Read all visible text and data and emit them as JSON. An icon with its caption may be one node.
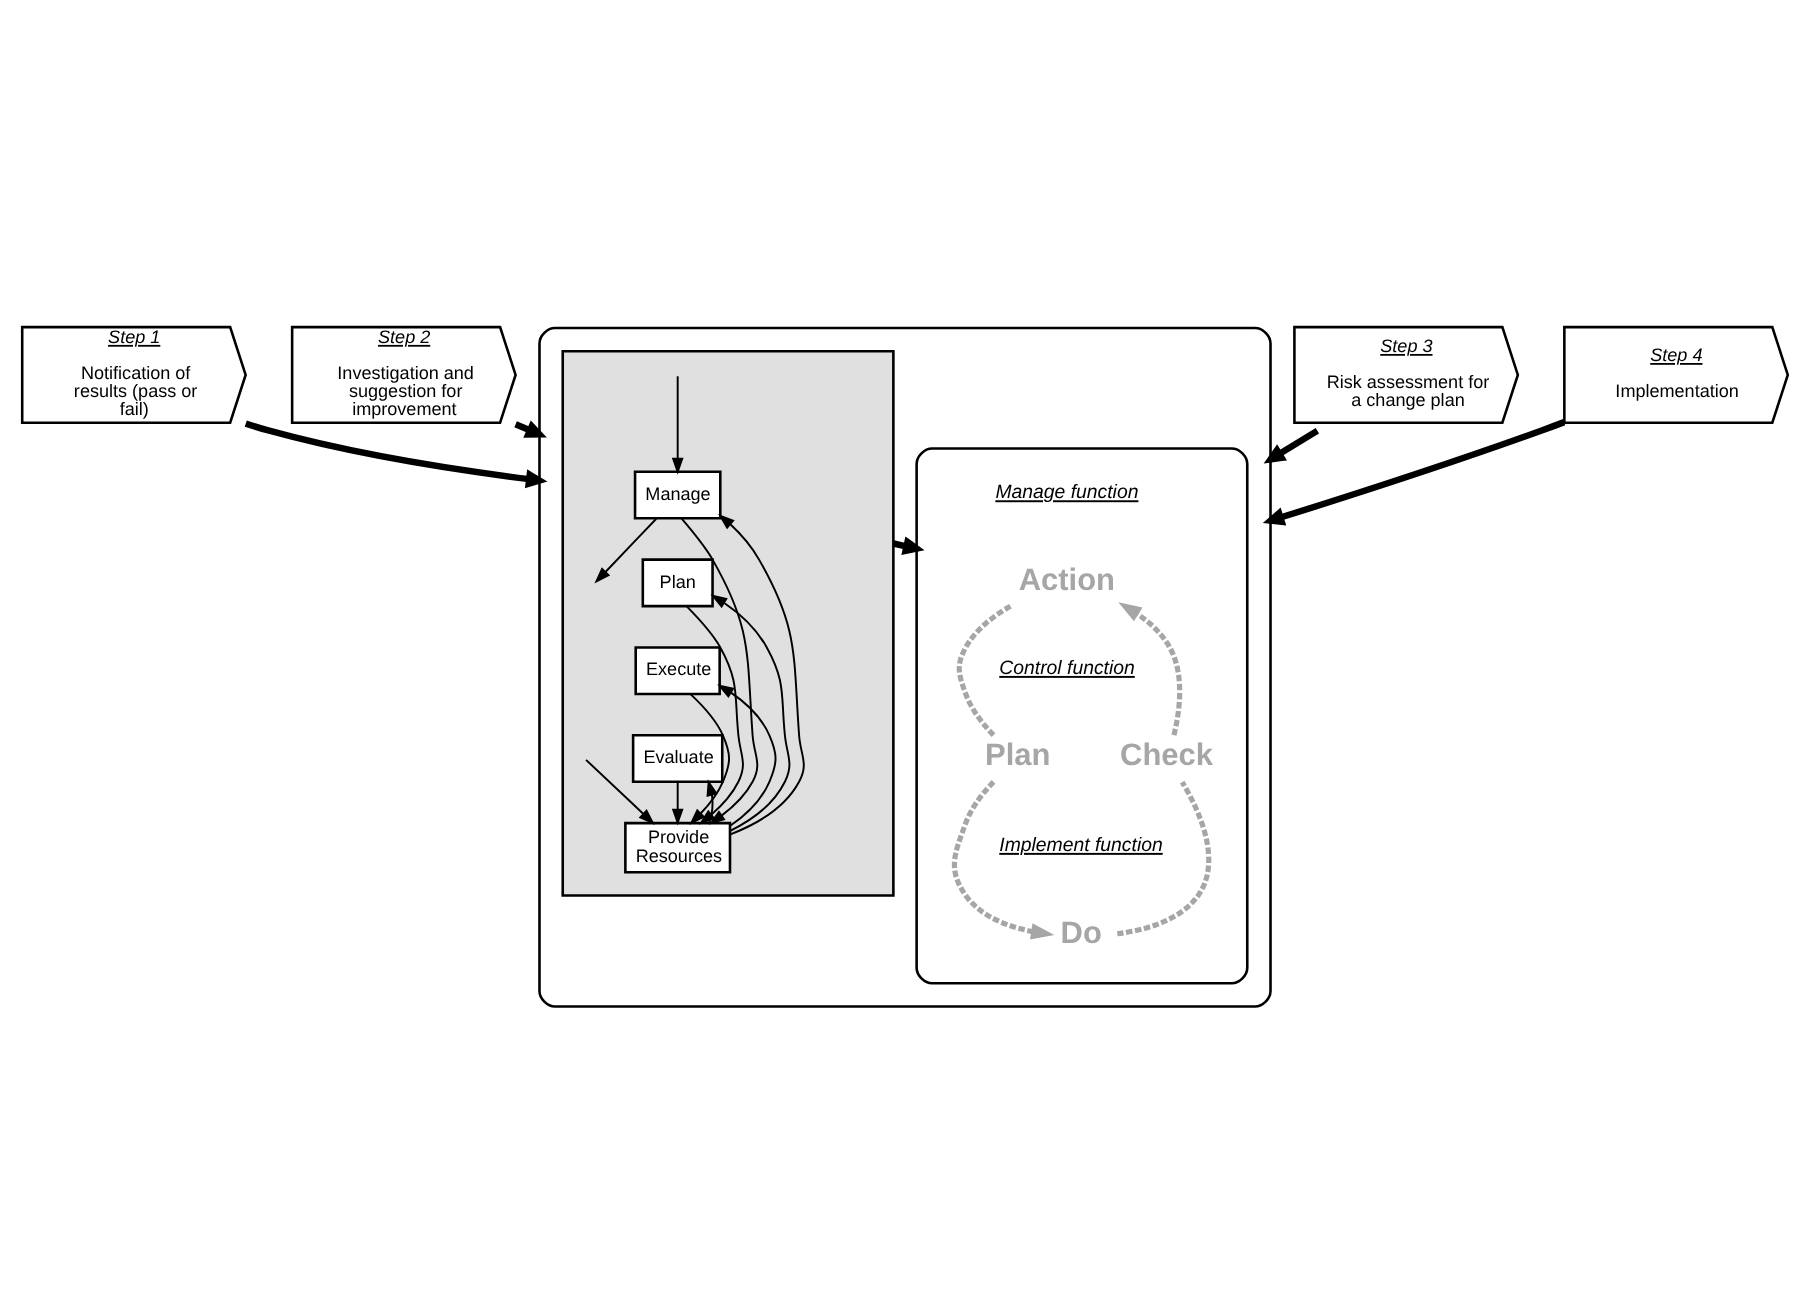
{
  "diagram": {
    "nodes": [
      {
        "text": [
          "Step 1",
          "Notification of results (pass or fail)"
        ]
      },
      {
        "text": [
          "Step 2",
          "Investigation and suggestion for improvement"
        ]
      },
      {
        "text": [
          "Step 3",
          "Risk assessment for a change plan"
        ]
      },
      {
        "text": [
          "Step 4",
          "Implementation"
        ]
      },
      {
        "text": [],
        "shape": "box"
      },
      {
        "text": [],
        "shape": "box",
        "in": 4
      },
      {
        "text": [
          "Manage"
        ],
        "in": 5
      },
      {
        "text": [
          "Plan"
        ],
        "in": 5
      },
      {
        "text": [
          "Execute"
        ],
        "in": 5
      },
      {
        "text": [
          "Evaluate"
        ],
        "in": 5
      },
      {
        "text": [
          "Provide Resources"
        ],
        "in": 5
      },
      {
        "text": [],
        "shape": "box",
        "in": 4
      },
      {
        "text": [
          "Action"
        ],
        "in": 11
      },
      {
        "text": [
          "Plan"
        ],
        "in": 11
      },
      {
        "text": [
          "Check"
        ],
        "in": 11
      },
      {
        "text": [
          "Do"
        ],
        "in": 11
      }
    ],
    "edges": [
      {
        "from": 0,
        "to": 4,
        "arrow": "to",
        "style": "thick"
      },
      {
        "from": 1,
        "to": 4,
        "arrow": "to",
        "style": "thick"
      },
      {
        "from": 2,
        "to": 4,
        "arrow": "to",
        "style": "thick"
      },
      {
        "from": 3,
        "to": 4,
        "arrow": "to",
        "style": "thick"
      },
      {
        "from": null,
        "to": 6,
        "arrow": "to"
      },
      {
        "from": 6,
        "to": null,
        "arrow": "to"
      },
      {
        "from": 6,
        "to": 10,
        "arrow": "to"
      },
      {
        "from": 7,
        "to": 10,
        "arrow": "to"
      },
      {
        "from": 8,
        "to": 10,
        "arrow": "to"
      },
      {
        "from": 9,
        "to": 10,
        "arrow": "to"
      },
      {
        "from": 10,
        "to": 6,
        "arrow": "to"
      },
      {
        "from": 10,
        "to": 7,
        "arrow": "to"
      },
      {
        "from": 10,
        "to": 8,
        "arrow": "to"
      },
      {
        "from": 10,
        "to": 9,
        "arrow": "to"
      },
      {
        "from": null,
        "to": 10,
        "arrow": "to"
      },
      {
        "from": 5,
        "to": 11,
        "arrow": "to",
        "style": "thick"
      },
      {
        "from": 12,
        "to": 13,
        "arrow": "none",
        "style": "dashed",
        "color": "#a6a6a6"
      },
      {
        "from": 13,
        "to": 15,
        "arrow": "to",
        "style": "dashed",
        "color": "#a6a6a6"
      },
      {
        "from": 15,
        "to": 14,
        "arrow": "none",
        "style": "dashed",
        "color": "#a6a6a6"
      },
      {
        "from": 14,
        "to": 12,
        "arrow": "to",
        "style": "dashed",
        "color": "#a6a6a6"
      }
    ],
    "labels": [
      "Manage function",
      "Control function",
      "Implement function"
    ]
  }
}
